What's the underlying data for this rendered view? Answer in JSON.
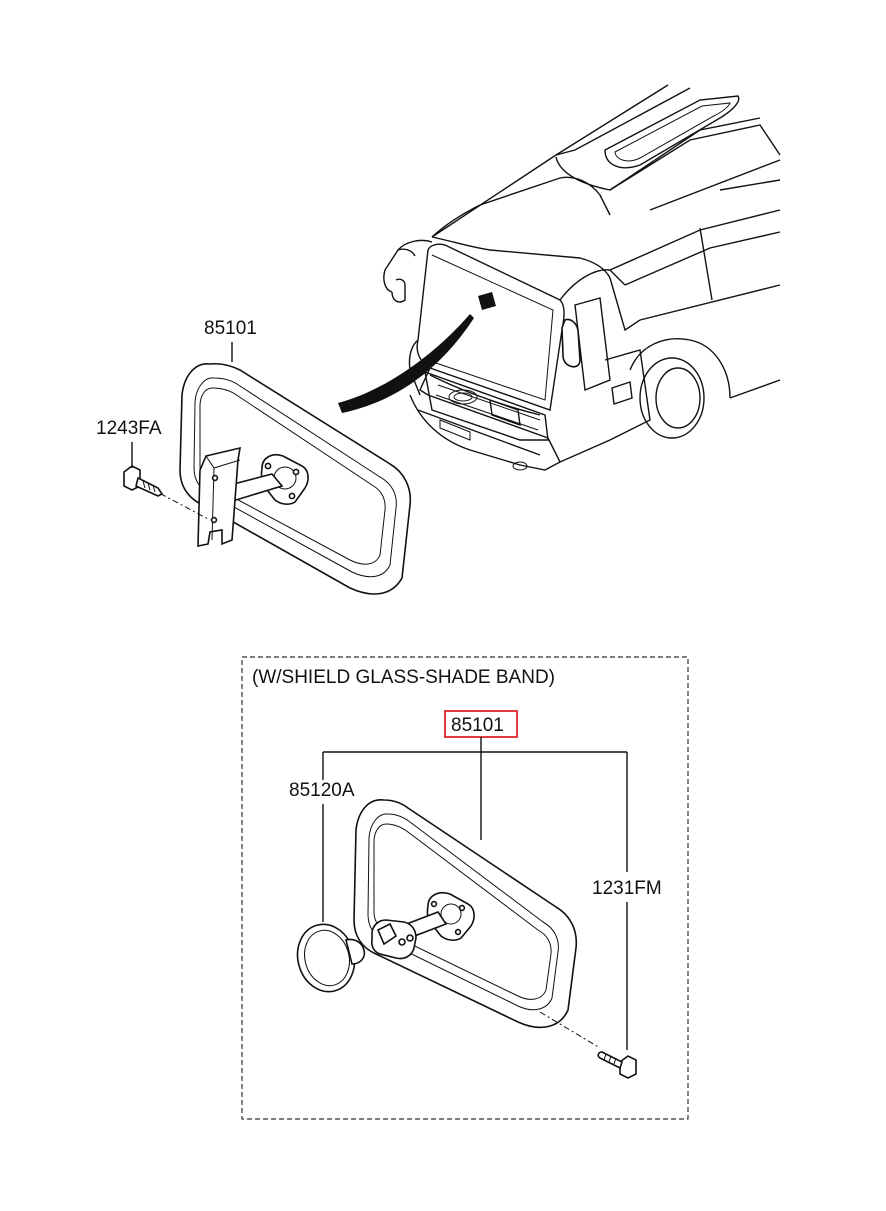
{
  "colors": {
    "line": "#111111",
    "highlight_box": "#e0242a",
    "background": "#ffffff"
  },
  "top_diagram": {
    "labels": {
      "mirror": "85101",
      "screw": "1243FA"
    }
  },
  "inset": {
    "title": "(W/SHIELD  GLASS-SHADE BAND)",
    "labels": {
      "mirror": "85101",
      "convex_mirror": "85120A",
      "screw": "1231FM"
    }
  }
}
